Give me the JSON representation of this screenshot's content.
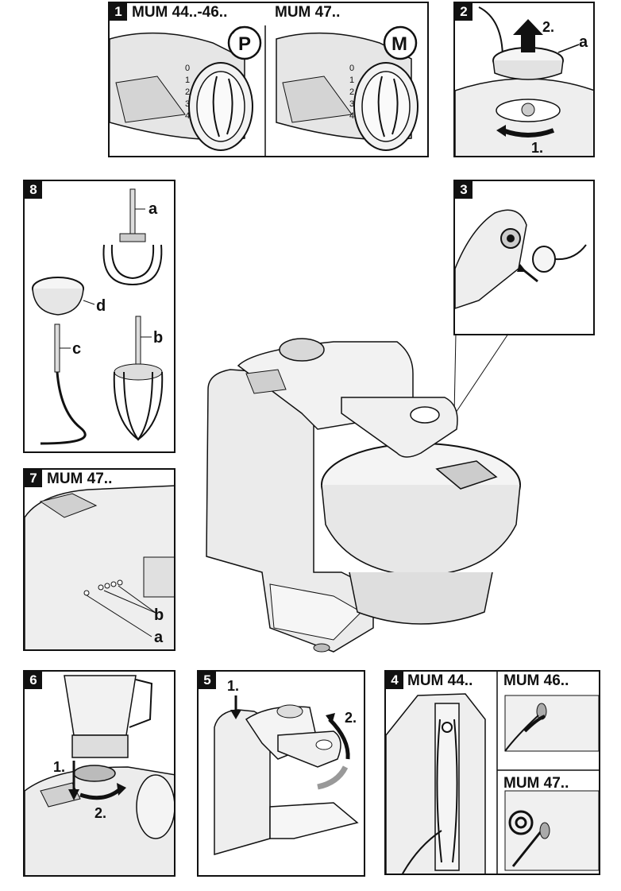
{
  "panel1": {
    "number": "1",
    "title_left": "MUM 44..-46..",
    "title_right": "MUM 47..",
    "badge_left": "P",
    "badge_right": "M",
    "dial_marks": [
      "0",
      "1",
      "2",
      "3",
      "4"
    ]
  },
  "panel2": {
    "number": "2",
    "label_a": "a",
    "step1": "1.",
    "step2": "2."
  },
  "panel3": {
    "number": "3"
  },
  "panel8": {
    "number": "8",
    "label_a": "a",
    "label_b": "b",
    "label_c": "c",
    "label_d": "d"
  },
  "panel7": {
    "number": "7",
    "title": "MUM 47..",
    "label_a": "a",
    "label_b": "b"
  },
  "panel6": {
    "number": "6",
    "step1": "1.",
    "step2": "2."
  },
  "panel5": {
    "number": "5",
    "step1": "1.",
    "step2": "2."
  },
  "panel4": {
    "number": "4",
    "title_left": "MUM 44..",
    "title_right_top": "MUM 46..",
    "title_right_bottom": "MUM 47.."
  }
}
